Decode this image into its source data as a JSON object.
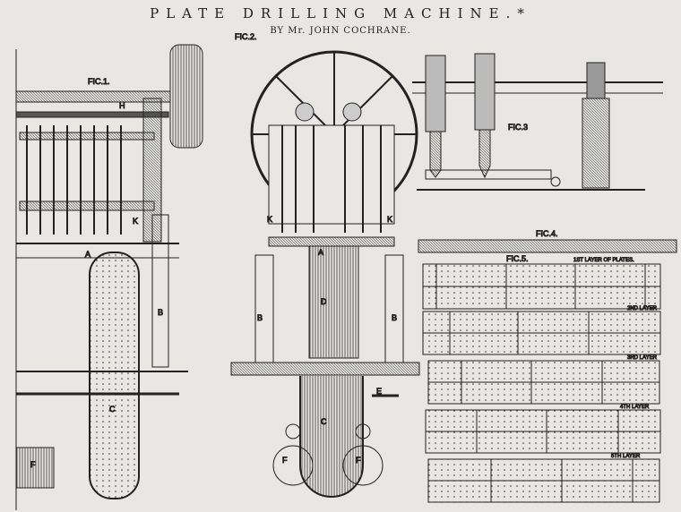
{
  "header": {
    "title": "PLATE DRILLING MACHINE.*",
    "subtitle": "BY Mr. JOHN COCHRANE."
  },
  "figures": {
    "fig1": "FIC.1.",
    "fig2": "FIC.2.",
    "fig3": "FIC.3",
    "fig4": "FIC.4.",
    "fig5": "FIC.5."
  },
  "layers": [
    "1ST LAYER OF PLATES.",
    "2ND LAYER",
    "3RD LAYER",
    "4TH LAYER",
    "5TH LAYER"
  ],
  "part_labels": {
    "a": "A",
    "b": "B",
    "c": "C",
    "d": "D",
    "e": "E",
    "f": "F",
    "h": "H",
    "k": "K"
  },
  "colors": {
    "paper": "#e8e7e3",
    "ink": "#222222"
  }
}
